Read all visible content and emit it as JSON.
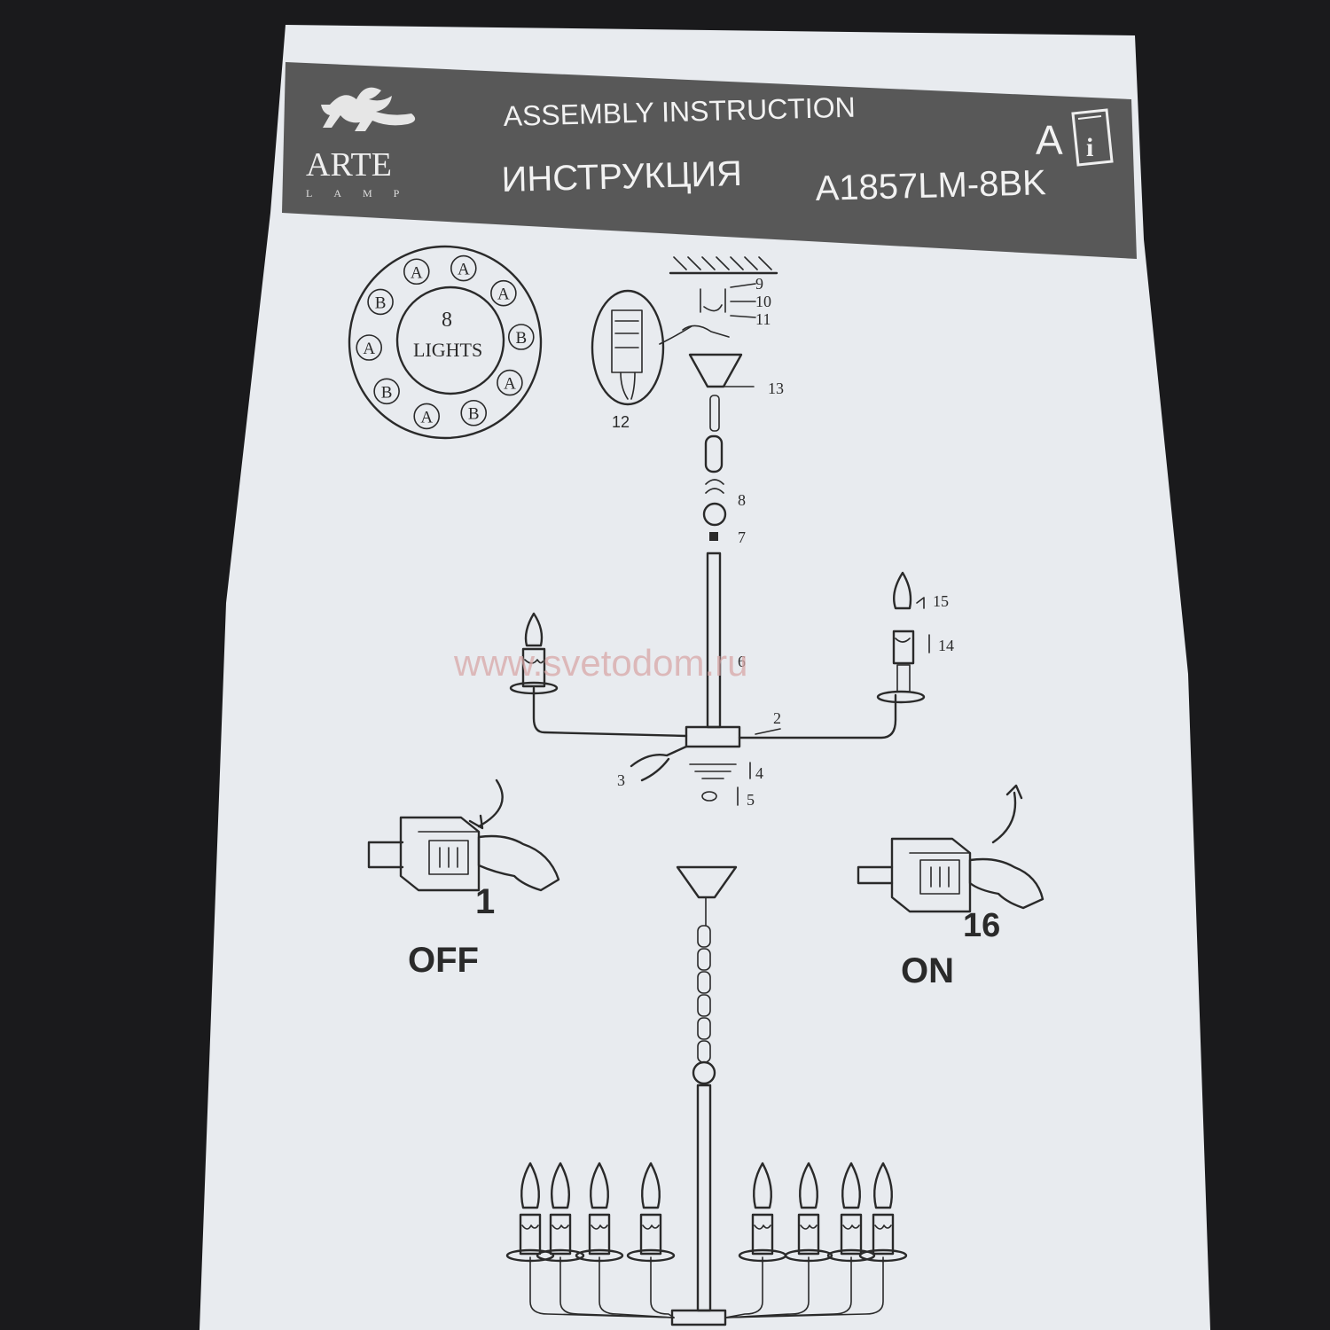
{
  "header": {
    "brand_name": "ARTE",
    "brand_sub": "LAMP",
    "title_en": "ASSEMBLY INSTRUCTION",
    "title_ru": "ИНСТРУКЦИЯ",
    "model": "A1857LM-8BK",
    "lang_badge": "A",
    "info_badge": "i"
  },
  "lights_ring": {
    "center_number": "8",
    "center_label": "LIGHTS",
    "positions": [
      "A",
      "A",
      "A",
      "B",
      "A",
      "B",
      "A",
      "B",
      "A",
      "B"
    ]
  },
  "callouts": {
    "c2": "2",
    "c3": "3",
    "c4": "4",
    "c5": "5",
    "c6": "6",
    "c7": "7",
    "c8": "8",
    "c9": "9",
    "c10": "10",
    "c11": "11",
    "c12": "12",
    "c13": "13",
    "c14": "14",
    "c15": "15"
  },
  "steps": {
    "off_number": "1",
    "off_label": "OFF",
    "on_number": "16",
    "on_label": "ON"
  },
  "watermark": "www.svetodom.ru",
  "colors": {
    "background": "#1a1a1c",
    "paper": "#e8ebef",
    "header_bar": "#585858",
    "ink": "#2a2a2a"
  }
}
